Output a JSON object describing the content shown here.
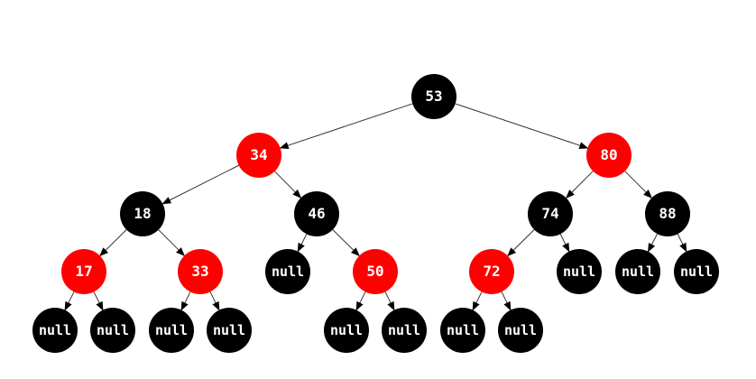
{
  "tree": {
    "colors": {
      "black": "#000000",
      "red": "#ff0000",
      "edge": "#333333",
      "label": "#ffffff"
    },
    "nodes": [
      {
        "id": "n53",
        "label": "53",
        "color": "black"
      },
      {
        "id": "n34",
        "label": "34",
        "color": "red"
      },
      {
        "id": "n80",
        "label": "80",
        "color": "red"
      },
      {
        "id": "n18",
        "label": "18",
        "color": "black"
      },
      {
        "id": "n46",
        "label": "46",
        "color": "black"
      },
      {
        "id": "n74",
        "label": "74",
        "color": "black"
      },
      {
        "id": "n88",
        "label": "88",
        "color": "black"
      },
      {
        "id": "n17",
        "label": "17",
        "color": "red"
      },
      {
        "id": "n33",
        "label": "33",
        "color": "red"
      },
      {
        "id": "n46L",
        "label": "null",
        "color": "black"
      },
      {
        "id": "n50",
        "label": "50",
        "color": "red"
      },
      {
        "id": "n72",
        "label": "72",
        "color": "red"
      },
      {
        "id": "n74R",
        "label": "null",
        "color": "black"
      },
      {
        "id": "n88L",
        "label": "null",
        "color": "black"
      },
      {
        "id": "n88R",
        "label": "null",
        "color": "black"
      },
      {
        "id": "n17L",
        "label": "null",
        "color": "black"
      },
      {
        "id": "n17R",
        "label": "null",
        "color": "black"
      },
      {
        "id": "n33L",
        "label": "null",
        "color": "black"
      },
      {
        "id": "n33R",
        "label": "null",
        "color": "black"
      },
      {
        "id": "n50L",
        "label": "null",
        "color": "black"
      },
      {
        "id": "n50R",
        "label": "null",
        "color": "black"
      },
      {
        "id": "n72L",
        "label": "null",
        "color": "black"
      },
      {
        "id": "n72R",
        "label": "null",
        "color": "black"
      }
    ],
    "edges": [
      [
        "n53",
        "n34"
      ],
      [
        "n53",
        "n80"
      ],
      [
        "n34",
        "n18"
      ],
      [
        "n34",
        "n46"
      ],
      [
        "n80",
        "n74"
      ],
      [
        "n80",
        "n88"
      ],
      [
        "n18",
        "n17"
      ],
      [
        "n18",
        "n33"
      ],
      [
        "n46",
        "n46L"
      ],
      [
        "n46",
        "n50"
      ],
      [
        "n74",
        "n72"
      ],
      [
        "n74",
        "n74R"
      ],
      [
        "n88",
        "n88L"
      ],
      [
        "n88",
        "n88R"
      ],
      [
        "n17",
        "n17L"
      ],
      [
        "n17",
        "n17R"
      ],
      [
        "n33",
        "n33L"
      ],
      [
        "n33",
        "n33R"
      ],
      [
        "n50",
        "n50L"
      ],
      [
        "n50",
        "n50R"
      ],
      [
        "n72",
        "n72L"
      ],
      [
        "n72",
        "n72R"
      ]
    ]
  }
}
